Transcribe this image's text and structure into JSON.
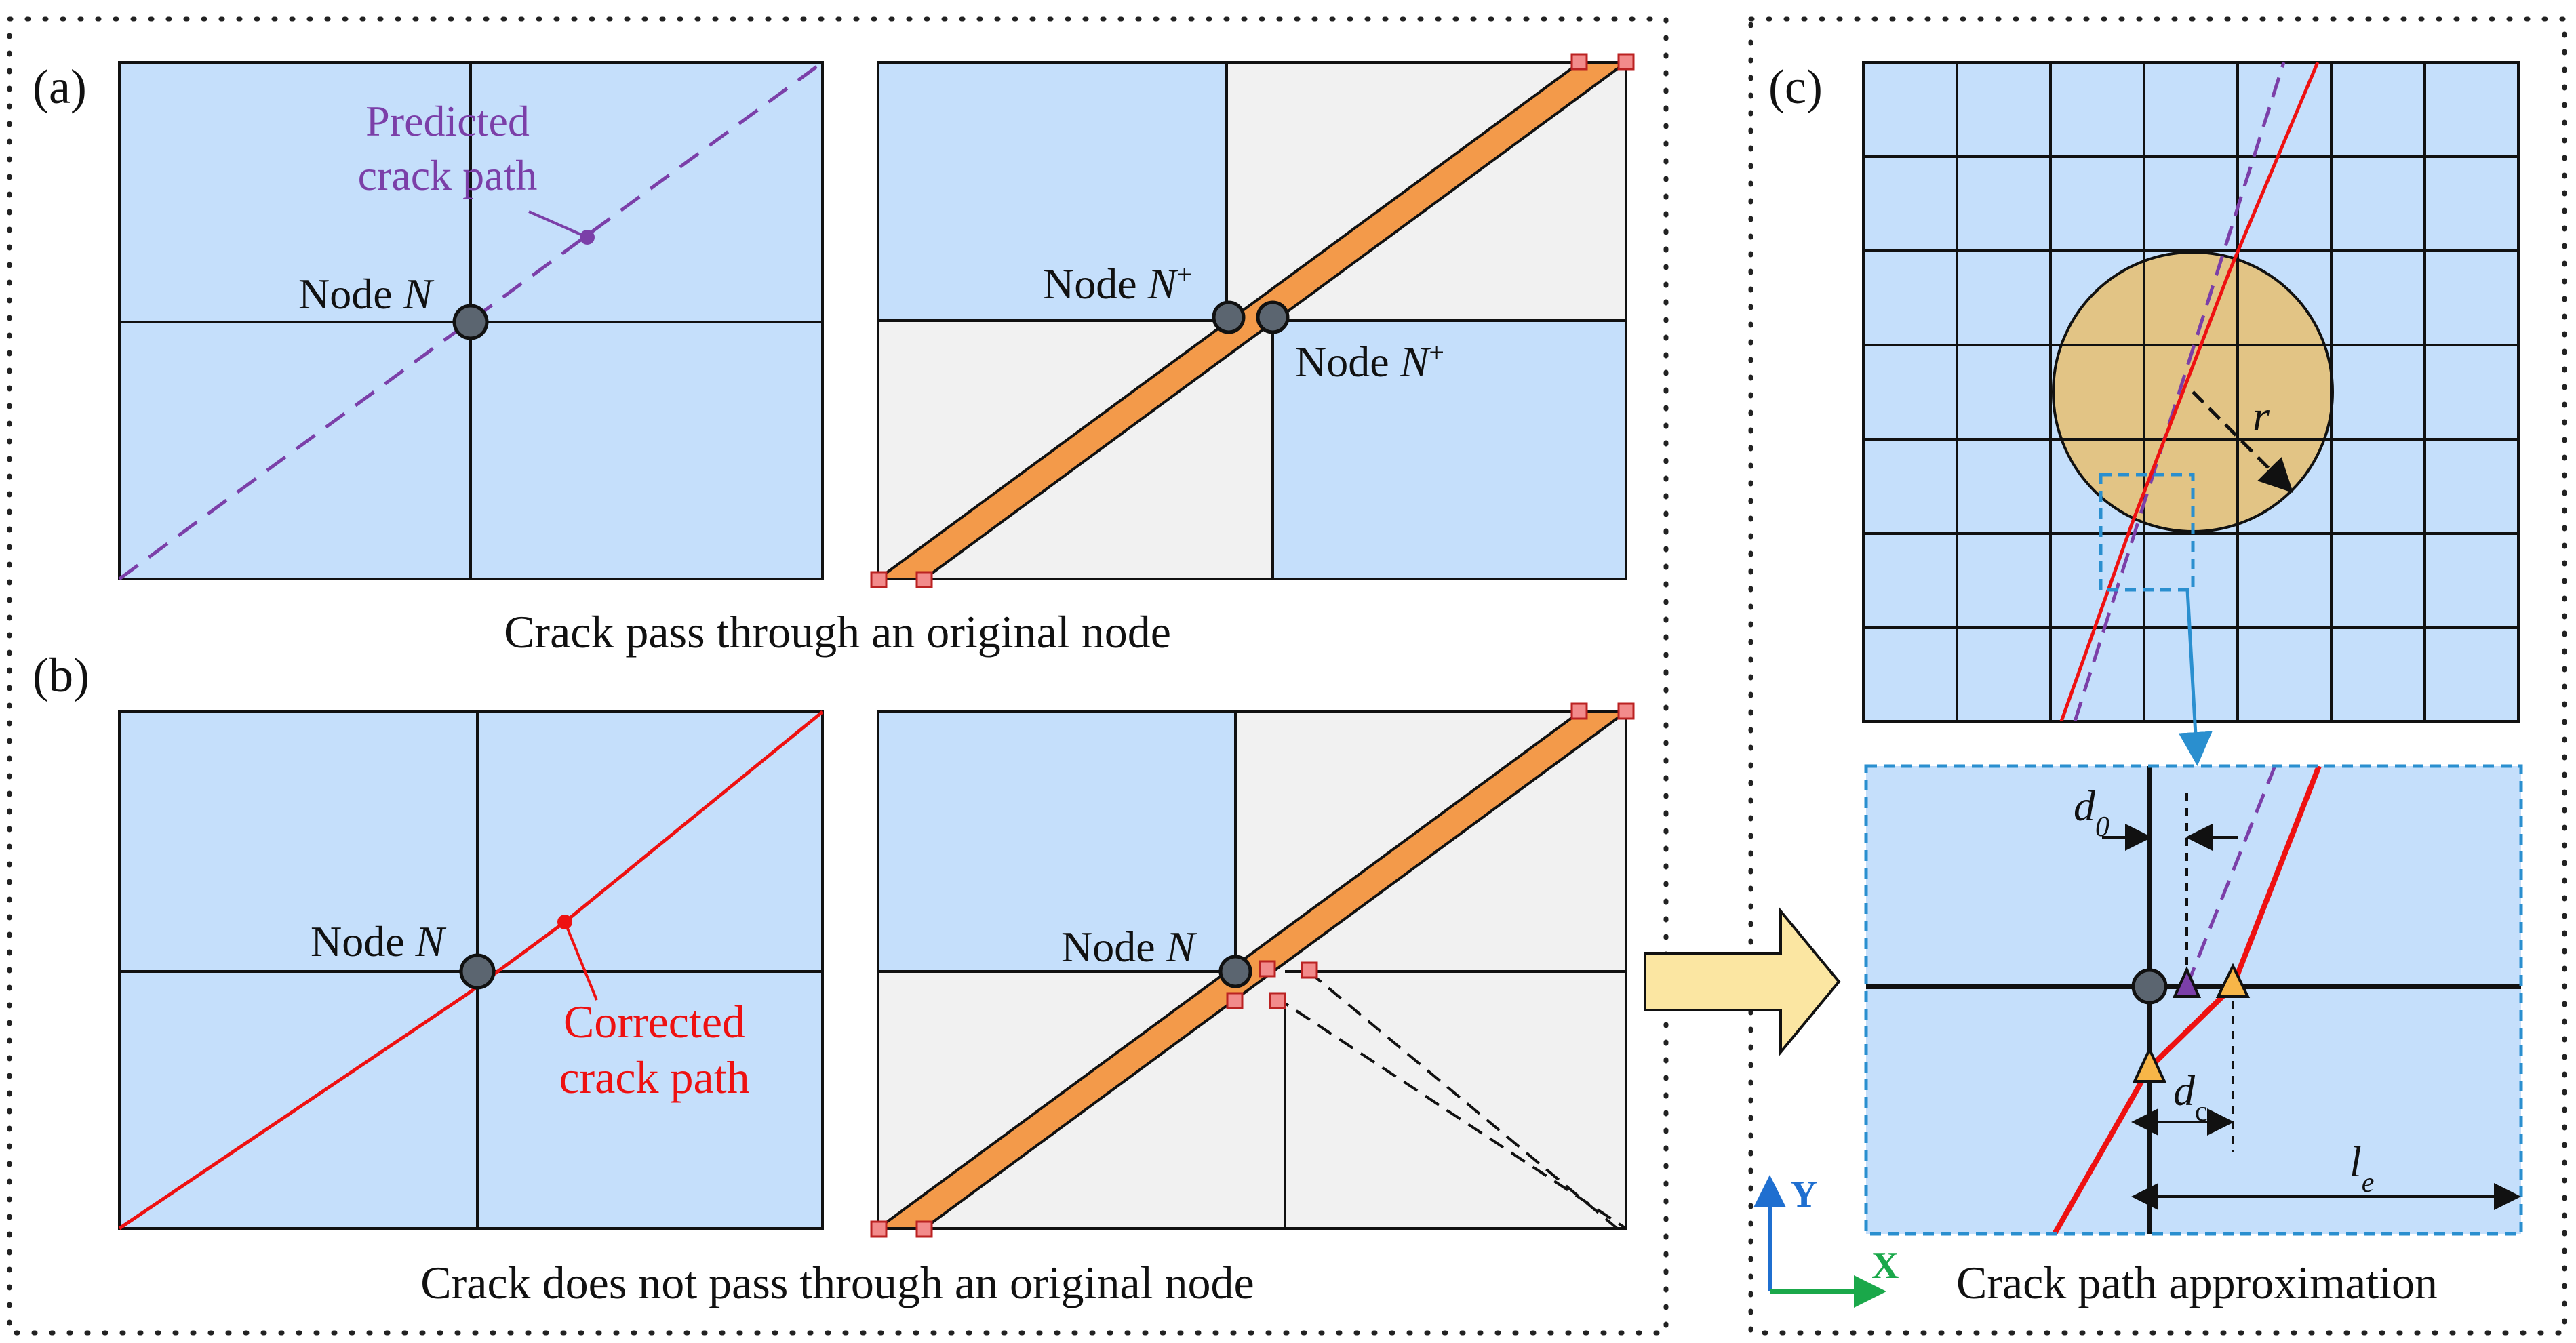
{
  "panels": {
    "a": {
      "label": "(a)",
      "predicted_label_1": "Predicted",
      "predicted_label_2": "crack path",
      "node_left": "Node ",
      "node_left_italic": "N",
      "node_right_1": "Node ",
      "node_right_1_italic": "N",
      "node_right_1_sup": "+",
      "node_right_2": "Node ",
      "node_right_2_italic": "N",
      "node_right_2_sup": "+",
      "caption": "Crack pass through an original node"
    },
    "b": {
      "label": "(b)",
      "node_left": "Node ",
      "node_left_italic": "N",
      "node_right": "Node ",
      "node_right_italic": "N",
      "corrected_label_1": "Corrected",
      "corrected_label_2": "crack path",
      "caption": "Crack does not pass through an original node"
    },
    "c": {
      "label": "(c)",
      "radius_label": "r",
      "d0_label": "d",
      "d0_sub": "0",
      "dc_label": "d",
      "dc_sub": "c",
      "le_label": "l",
      "le_sub": "e",
      "axis_y": "Y",
      "axis_x": "X",
      "caption": "Crack path approximation"
    }
  },
  "colors": {
    "element_blue": "#c5dffb",
    "element_grey": "#f1f1f1",
    "predicted_path": "#7b3fa8",
    "corrected_path": "#ee1111",
    "crack_band": "#f39a4a",
    "inclusion": "#e6c070",
    "zoom_box": "#2a8fcf",
    "arrow_fill": "#fbe6a2",
    "axis_y": "#1f6fd0",
    "axis_x": "#1aa84a"
  }
}
